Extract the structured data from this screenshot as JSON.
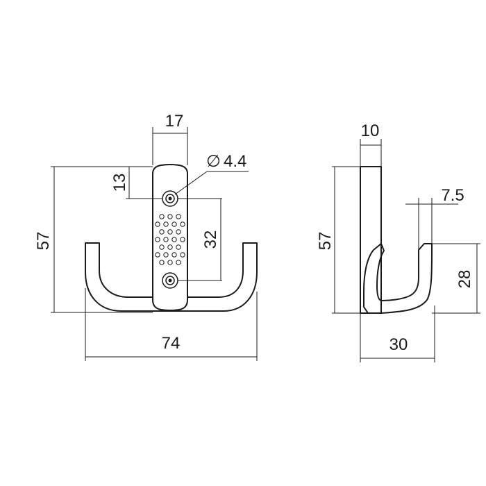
{
  "front_view": {
    "width_plate": "17",
    "height_total": "57",
    "hole_offset_top": "13",
    "hole_spacing": "32",
    "hole_diameter": "4.4",
    "hole_diameter_symbol": "∅",
    "width_total": "74"
  },
  "side_view": {
    "thickness_plate": "10",
    "height_total": "57",
    "hook_tip_thickness": "7.5",
    "hook_tip_height": "28",
    "depth_total": "30"
  }
}
